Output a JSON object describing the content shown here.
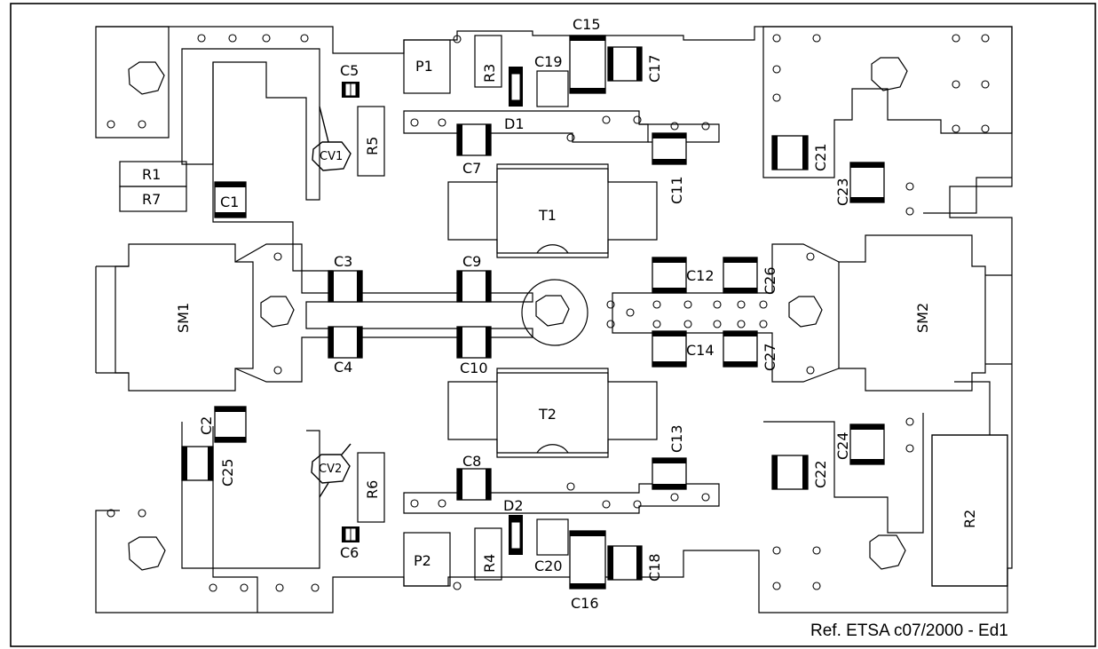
{
  "reference": "Ref. ETSA c07/2000 - Ed1",
  "components": {
    "C1": "C1",
    "C2": "C2",
    "C3": "C3",
    "C4": "C4",
    "C5": "C5",
    "C6": "C6",
    "C7": "C7",
    "C8": "C8",
    "C9": "C9",
    "C10": "C10",
    "C11": "C11",
    "C12": "C12",
    "C13": "C13",
    "C14": "C14",
    "C15": "C15",
    "C16": "C16",
    "C17": "C17",
    "C18": "C18",
    "C19": "C19",
    "C20": "C20",
    "C21": "C21",
    "C22": "C22",
    "C23": "C23",
    "C24": "C24",
    "C25": "C25",
    "C26": "C26",
    "C27": "C27",
    "R1": "R1",
    "R2": "R2",
    "R3": "R3",
    "R4": "R4",
    "R5": "R5",
    "R6": "R6",
    "R7": "R7",
    "P1": "P1",
    "P2": "P2",
    "T1": "T1",
    "T2": "T2",
    "D1": "D1",
    "D2": "D2",
    "CV1": "CV1",
    "CV2": "CV2",
    "SM1": "SM1",
    "SM2": "SM2"
  }
}
